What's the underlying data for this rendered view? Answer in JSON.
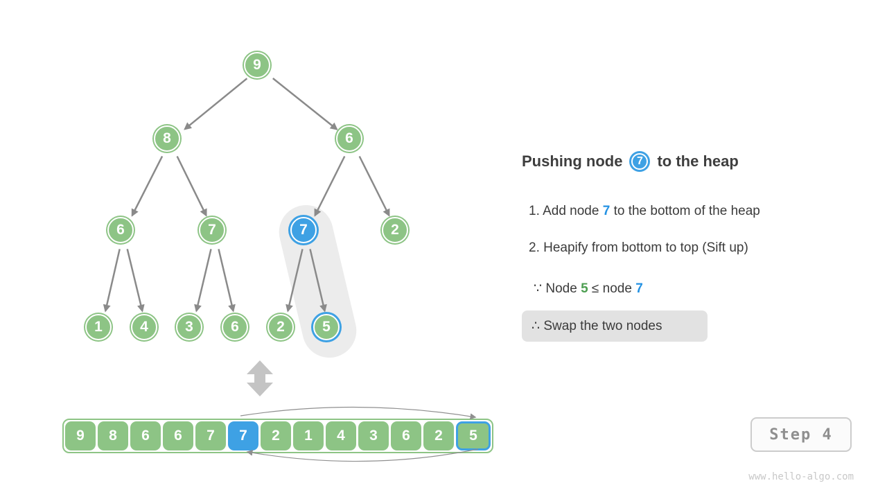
{
  "colors": {
    "node_green": "#8dc485",
    "node_blue": "#3ea1e4",
    "accent_green_text": "#4c9e50",
    "accent_blue_text": "#2492e3",
    "edge_gray": "#8a8a8a",
    "highlight_pill": "#ececec",
    "swap_box_bg": "#e2e2e2"
  },
  "tree": {
    "nodes": [
      "9",
      "8",
      "6",
      "6",
      "7",
      "7",
      "2",
      "1",
      "4",
      "3",
      "6",
      "2",
      "5"
    ]
  },
  "array": {
    "values": [
      "9",
      "8",
      "6",
      "6",
      "7",
      "7",
      "2",
      "1",
      "4",
      "3",
      "6",
      "2",
      "5"
    ]
  },
  "panel": {
    "title_pre": "Pushing node",
    "title_node": "7",
    "title_post": "to the heap",
    "step1_pre": "1. Add node ",
    "step1_accent": "7",
    "step1_post": " to the bottom of the heap",
    "step2": "2. Heapify from bottom to top (Sift up)",
    "because_pre": "∵ Node ",
    "because_green": "5",
    "because_mid": " ≤ node ",
    "because_blue": "7",
    "therefore": "∴ Swap the two nodes"
  },
  "footer": {
    "step_badge": "Step 4",
    "watermark": "www.hello-algo.com"
  }
}
